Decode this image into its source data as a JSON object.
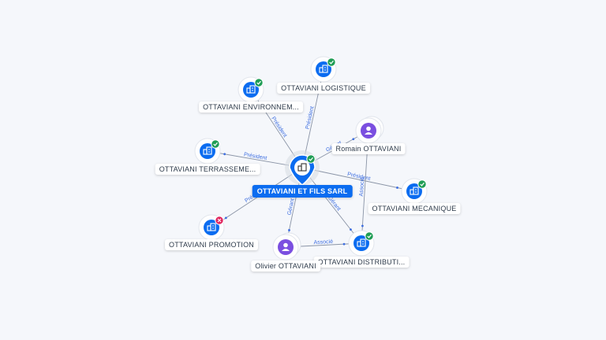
{
  "colors": {
    "company": "#0b6cf0",
    "person": "#7b4fe0",
    "edge": "#8a94a6",
    "edge_label": "#3d6ee0",
    "status_active": "#1f9d55",
    "status_closed": "#e0245e"
  },
  "nodes": [
    {
      "id": "center",
      "label": "OTTAVIANI ET FILS SARL",
      "kind": "company",
      "status": "active",
      "main": true,
      "icon": "building-icon"
    },
    {
      "id": "logistique",
      "label": "OTTAVIANI LOGISTIQUE",
      "kind": "company",
      "status": "active",
      "icon": "building-icon"
    },
    {
      "id": "environnement",
      "label": "OTTAVIANI ENVIRONNEM...",
      "kind": "company",
      "status": "active",
      "icon": "building-icon"
    },
    {
      "id": "terrassement",
      "label": "OTTAVIANI TERRASSEME...",
      "kind": "company",
      "status": "active",
      "icon": "building-icon"
    },
    {
      "id": "promotion",
      "label": "OTTAVIANI PROMOTION",
      "kind": "company",
      "status": "closed",
      "icon": "building-icon"
    },
    {
      "id": "romain",
      "label": "Romain OTTAVIANI",
      "kind": "person",
      "status": "",
      "icon": "person-icon"
    },
    {
      "id": "mecanique",
      "label": "OTTAVIANI MECANIQUE",
      "kind": "company",
      "status": "active",
      "icon": "building-icon"
    },
    {
      "id": "distribution",
      "label": "OTTAVIANI DISTRIBUTI...",
      "kind": "company",
      "status": "active",
      "icon": "building-icon"
    },
    {
      "id": "olivier",
      "label": "Olivier OTTAVIANI",
      "kind": "person",
      "status": "",
      "icon": "person-icon"
    }
  ],
  "edges": [
    {
      "from": "center",
      "to": "logistique",
      "label": "Président"
    },
    {
      "from": "center",
      "to": "environnement",
      "label": "Président"
    },
    {
      "from": "center",
      "to": "terrassement",
      "label": "Président"
    },
    {
      "from": "center",
      "to": "promotion",
      "label": "Président"
    },
    {
      "from": "center",
      "to": "romain",
      "label": "Gérant"
    },
    {
      "from": "center",
      "to": "mecanique",
      "label": "Président"
    },
    {
      "from": "center",
      "to": "distribution",
      "label": "Gérant"
    },
    {
      "from": "center",
      "to": "olivier",
      "label": "Gérant"
    },
    {
      "from": "romain",
      "to": "distribution",
      "label": "Associé"
    },
    {
      "from": "olivier",
      "to": "distribution",
      "label": "Associé"
    }
  ]
}
